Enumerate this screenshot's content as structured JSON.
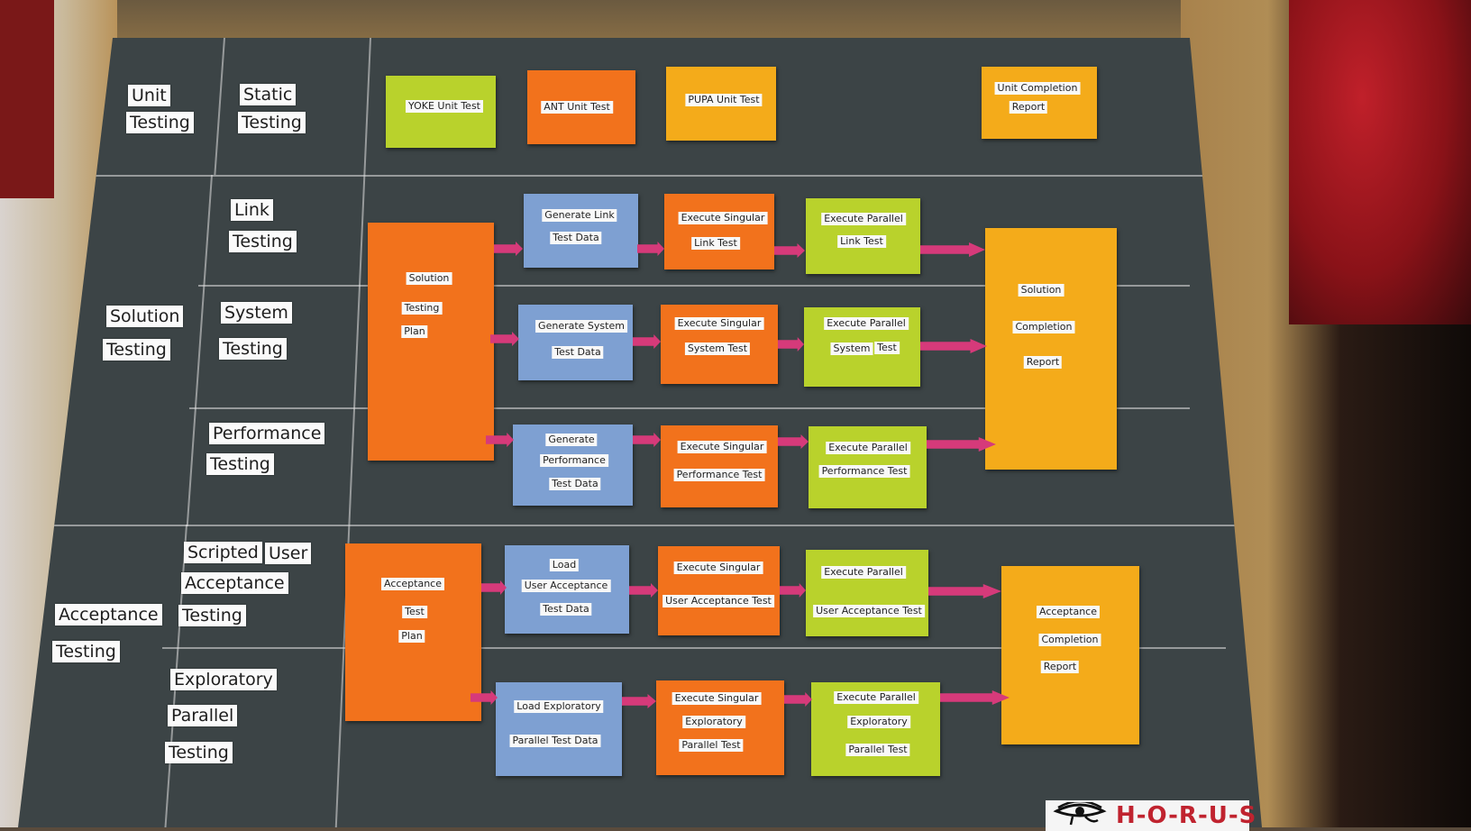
{
  "row_labels": {
    "unit_a": "Unit",
    "unit_b": "Testing",
    "static_a": "Static",
    "static_b": "Testing",
    "solution_a": "Solution",
    "solution_b": "Testing",
    "link_a": "Link",
    "link_b": "Testing",
    "system_a": "System",
    "system_b": "Testing",
    "performance_a": "Performance",
    "performance_b": "Testing",
    "acceptance_a": "Acceptance",
    "acceptance_b": "Testing",
    "scripted_a": "Scripted",
    "scripted_user": "User",
    "scripted_b": "Acceptance",
    "scripted_c": "Testing",
    "exploratory_a": "Exploratory",
    "exploratory_b": "Parallel",
    "exploratory_c": "Testing"
  },
  "cards": {
    "yoke": [
      "YOKE Unit Test"
    ],
    "ant": [
      "ANT Unit Test"
    ],
    "pupa": [
      "PUPA Unit Test"
    ],
    "unit_completion": [
      "Unit Completion",
      "Report"
    ],
    "solution_plan": [
      "Solution",
      "Testing",
      "Plan"
    ],
    "gen_link": [
      "Generate Link",
      "Test Data"
    ],
    "exec_singular_link": [
      "Execute Singular",
      "Link Test"
    ],
    "exec_parallel_link": [
      "Execute Parallel",
      "Link Test"
    ],
    "gen_system": [
      "Generate System",
      "Test Data"
    ],
    "exec_singular_system": [
      "Execute Singular",
      "System Test"
    ],
    "exec_parallel_system": [
      "Execute Parallel",
      "System",
      "Test"
    ],
    "gen_perf": [
      "Generate",
      "Performance",
      "Test Data"
    ],
    "exec_singular_perf": [
      "Execute Singular",
      "Performance Test"
    ],
    "exec_parallel_perf": [
      "Execute Parallel",
      "Performance Test"
    ],
    "solution_completion": [
      "Solution",
      "Completion",
      "Report"
    ],
    "acceptance_plan": [
      "Acceptance",
      "Test",
      "Plan"
    ],
    "load_uat": [
      "Load",
      "User Acceptance",
      "Test Data"
    ],
    "exec_singular_uat": [
      "Execute Singular",
      "User Acceptance Test"
    ],
    "exec_parallel_uat": [
      "Execute Parallel",
      "User Acceptance Test"
    ],
    "load_explore": [
      "Load Exploratory",
      "Parallel Test Data"
    ],
    "exec_singular_explore": [
      "Execute Singular",
      "Exploratory",
      "Parallel Test"
    ],
    "exec_parallel_explore": [
      "Execute Parallel",
      "Exploratory",
      "Parallel Test"
    ],
    "acceptance_completion": [
      "Acceptance",
      "Completion",
      "Report"
    ]
  },
  "logo": {
    "text": "H-O-R-U-S",
    "icon": "eye-of-horus-icon"
  },
  "colors": {
    "board": "#3c4446",
    "green": "#b9d22c",
    "orange": "#f2721c",
    "amber": "#f4ab1a",
    "blue": "#7ea0d2",
    "arrow": "#d63a7a"
  }
}
